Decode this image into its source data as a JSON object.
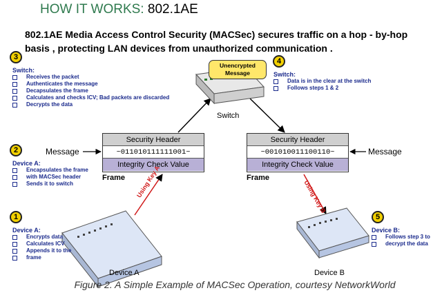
{
  "title": {
    "prefix": "HOW IT WORKS:",
    "suffix": "802.1AE"
  },
  "headline": "802.1AE Media Access Control Security  (MACSec) secures traffic on a hop - by-hop basis , protecting LAN devices from unauthorized communication    .",
  "steps": {
    "s1": {
      "number": "1",
      "title": "Device A:",
      "items": [
        "Encrypts data",
        "Calculates ICV",
        "Appends it to the",
        "frame"
      ]
    },
    "s2": {
      "number": "2",
      "title": "Device A:",
      "items": [
        "Encapsulates the frame",
        "with MACSec header",
        "Sends it to switch"
      ]
    },
    "s3": {
      "number": "3",
      "title": "Switch:",
      "items": [
        "Receives the packet",
        "Authenticates the message",
        "Decapsulates the frame",
        "Calculates and checks ICV; Bad packets are discarded",
        "Decrypts the data"
      ]
    },
    "s4": {
      "number": "4",
      "title": "Switch:",
      "items": [
        "Data is in the clear at the switch",
        "Follows steps 1 & 2"
      ]
    },
    "s5": {
      "number": "5",
      "title": "Device B:",
      "items": [
        "Follows step 3 to",
        "decrypt the data"
      ]
    }
  },
  "frames": {
    "left": {
      "header": "Security Header",
      "payload": "~011010111111001~",
      "icv": "Integrity Check Value",
      "label": "Frame",
      "message": "Message"
    },
    "right": {
      "header": "Security Header",
      "payload": "~001010011100110~",
      "icv": "Integrity Check Value",
      "label": "Frame",
      "message": "Message"
    }
  },
  "switch": {
    "label": "Switch",
    "callout": "Unencrypted Message"
  },
  "devices": {
    "a": "Device A",
    "b": "Device B"
  },
  "keys": {
    "a": "Using Key A",
    "b": "Using Key B"
  },
  "caption": "Figure 2.  A Simple Example of MACSec Operation, courtesy NetworkWorld",
  "colors": {
    "title": "#2f7a4e",
    "notes": "#1a2a8c",
    "badge": "#f2d000",
    "key": "#d01818",
    "icv": "#b8b0d6",
    "header": "#cfcfcf",
    "callout": "#ffe76a"
  }
}
